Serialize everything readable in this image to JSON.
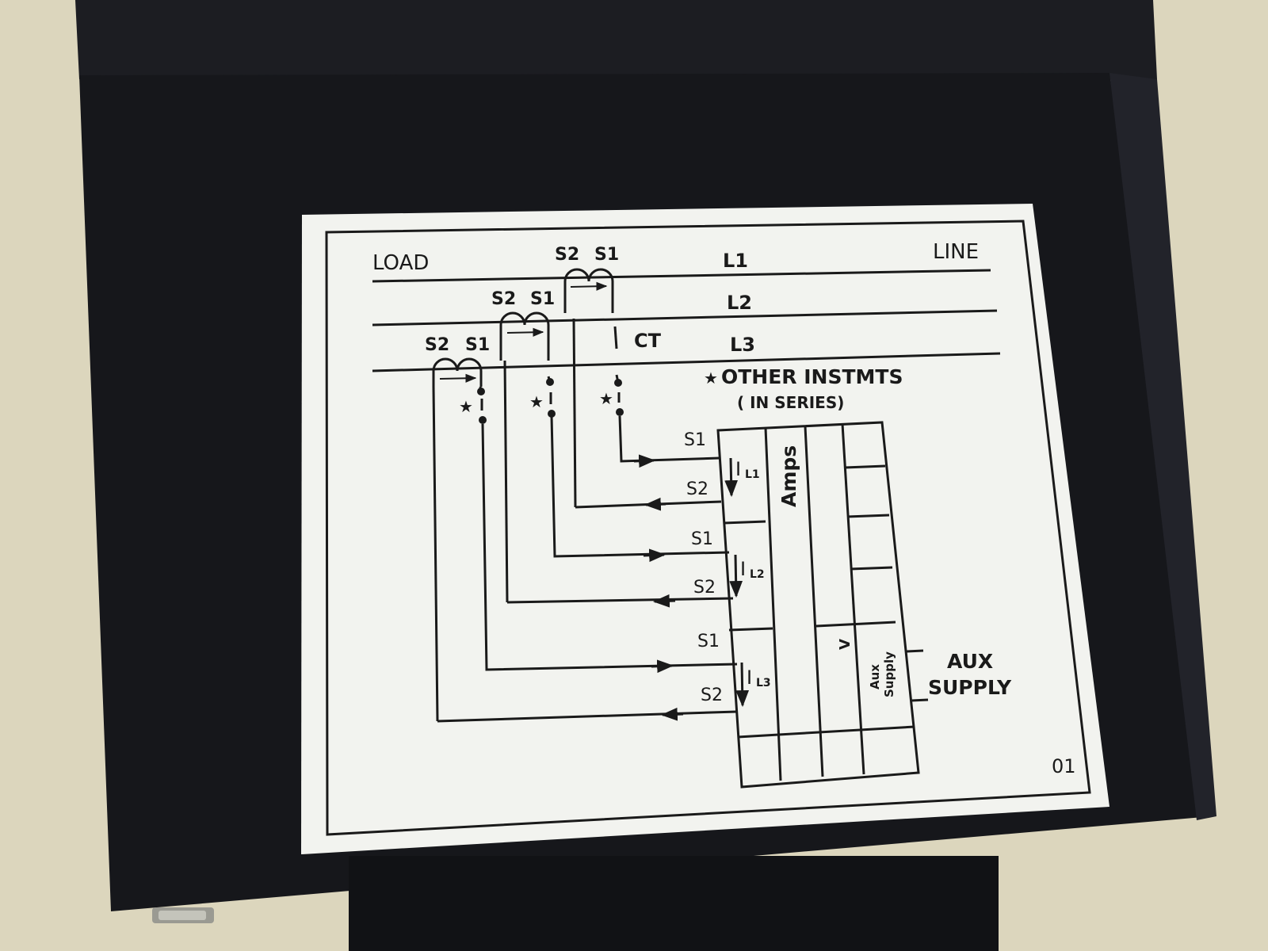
{
  "diagram": {
    "header": {
      "load": "LOAD",
      "line": "LINE"
    },
    "lines": [
      "L1",
      "L2",
      "L3"
    ],
    "ct": {
      "label": "CT",
      "s2": "S2",
      "s1": "S1"
    },
    "note": {
      "star": "★",
      "other": "OTHER INSTMTS",
      "series": "( IN SERIES)"
    },
    "meter": {
      "amps": "Amps",
      "v": "V",
      "aux_line1": "Aux",
      "aux_line2": "Supply",
      "currents": [
        "I",
        "I",
        "I"
      ],
      "current_subs": [
        "L1",
        "L2",
        "L3"
      ]
    },
    "aux": {
      "line1": "AUX",
      "line2": "SUPPLY"
    },
    "code": "01"
  },
  "colors": {
    "background": "#dcd6bd",
    "enclosure": "#16171b",
    "label_paper": "#f2f3ef",
    "ink": "#1a1a1a"
  }
}
